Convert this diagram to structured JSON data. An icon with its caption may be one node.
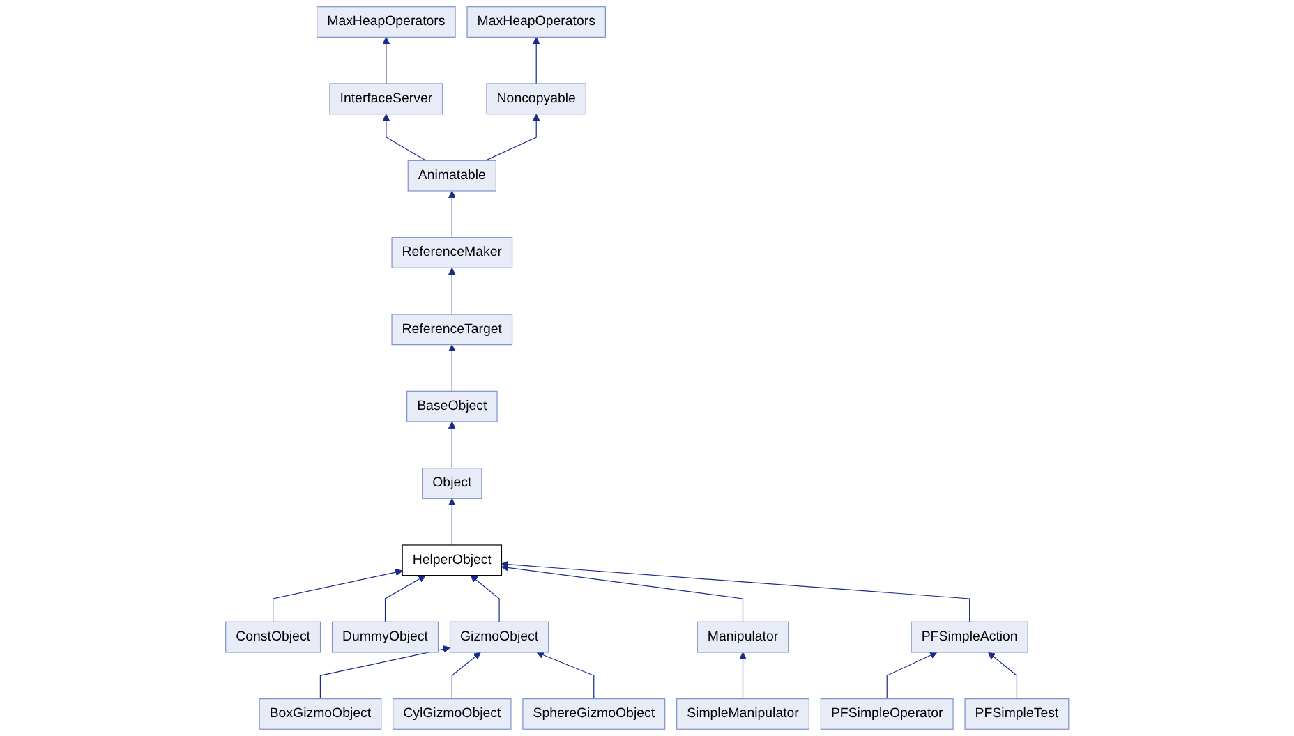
{
  "diagram": {
    "nodes": [
      {
        "text": [
          "MaxHeapOperators"
        ]
      },
      {
        "text": [
          "MaxHeapOperators"
        ]
      },
      {
        "text": [
          "InterfaceServer"
        ]
      },
      {
        "text": [
          "Noncopyable"
        ]
      },
      {
        "text": [
          "Animatable"
        ]
      },
      {
        "text": [
          "ReferenceMaker"
        ]
      },
      {
        "text": [
          "ReferenceTarget"
        ]
      },
      {
        "text": [
          "BaseObject"
        ]
      },
      {
        "text": [
          "Object"
        ]
      },
      {
        "text": [
          "HelperObject"
        ]
      },
      {
        "text": [
          "ConstObject"
        ]
      },
      {
        "text": [
          "DummyObject"
        ]
      },
      {
        "text": [
          "GizmoObject"
        ]
      },
      {
        "text": [
          "Manipulator"
        ]
      },
      {
        "text": [
          "PFSimpleAction"
        ]
      },
      {
        "text": [
          "BoxGizmoObject"
        ]
      },
      {
        "text": [
          "CylGizmoObject"
        ]
      },
      {
        "text": [
          "SphereGizmoObject"
        ]
      },
      {
        "text": [
          "SimpleManipulator"
        ]
      },
      {
        "text": [
          "PFSimpleOperator"
        ]
      },
      {
        "text": [
          "PFSimpleTest"
        ]
      }
    ],
    "edges": [
      {
        "from": 2,
        "to": 0,
        "arrow": "to"
      },
      {
        "from": 3,
        "to": 1,
        "arrow": "to"
      },
      {
        "from": 4,
        "to": 2,
        "arrow": "to"
      },
      {
        "from": 4,
        "to": 3,
        "arrow": "to"
      },
      {
        "from": 5,
        "to": 4,
        "arrow": "to"
      },
      {
        "from": 6,
        "to": 5,
        "arrow": "to"
      },
      {
        "from": 7,
        "to": 6,
        "arrow": "to"
      },
      {
        "from": 8,
        "to": 7,
        "arrow": "to"
      },
      {
        "from": 9,
        "to": 8,
        "arrow": "to"
      },
      {
        "from": 10,
        "to": 9,
        "arrow": "to"
      },
      {
        "from": 11,
        "to": 9,
        "arrow": "to"
      },
      {
        "from": 12,
        "to": 9,
        "arrow": "to"
      },
      {
        "from": 13,
        "to": 9,
        "arrow": "to"
      },
      {
        "from": 14,
        "to": 9,
        "arrow": "to"
      },
      {
        "from": 15,
        "to": 12,
        "arrow": "to"
      },
      {
        "from": 16,
        "to": 12,
        "arrow": "to"
      },
      {
        "from": 17,
        "to": 12,
        "arrow": "to"
      },
      {
        "from": 18,
        "to": 13,
        "arrow": "to"
      },
      {
        "from": 19,
        "to": 14,
        "arrow": "to"
      },
      {
        "from": 20,
        "to": 14,
        "arrow": "to"
      }
    ]
  }
}
